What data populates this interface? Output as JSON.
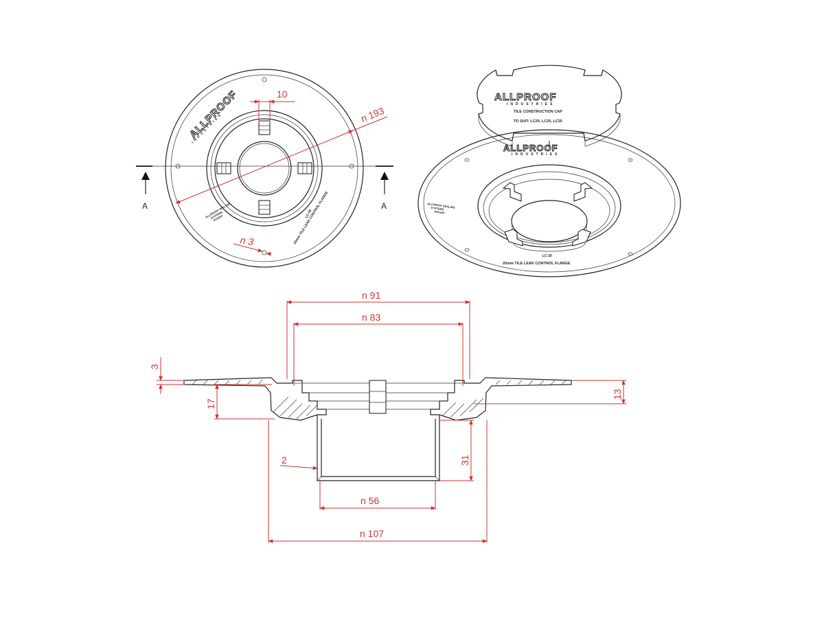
{
  "top_view": {
    "brand": "ALLPROOF",
    "brand_sub": "INDUSTRIES",
    "dims": {
      "tab_width": "10",
      "diameter": "n 193",
      "hole": "n 3"
    },
    "section_marks": [
      "A",
      "A"
    ],
    "model_code": "LC-20",
    "product_name": "20mm TILE LEAK CONTROL FLANGE",
    "small_print": [
      "ALLPROOF SEALING",
      "SYSTEMS",
      "PATENT"
    ]
  },
  "iso_view": {
    "brand": "ALLPROOF",
    "brand_sub": "INDUSTRIES",
    "cap_line1": "TILE CONSTRUCTION CAP",
    "cap_line2": "TO SUIT: LC20, LC25, LC30",
    "model_code": "LC-20",
    "product_name": "20mm TILE LEAK CONTROL FLANGE",
    "small_print": [
      "ALLPROOF SEALING",
      "SYSTEMS",
      "PATENT"
    ]
  },
  "section_view": {
    "dims": {
      "d91": "n 91",
      "d83": "n 83",
      "h3": "3",
      "h13": "13",
      "h17": "17",
      "t2": "2",
      "h31": "31",
      "d56": "n  56",
      "d107": "n 107"
    }
  },
  "colors": {
    "dimension": "#d2322d",
    "line": "#222222"
  }
}
